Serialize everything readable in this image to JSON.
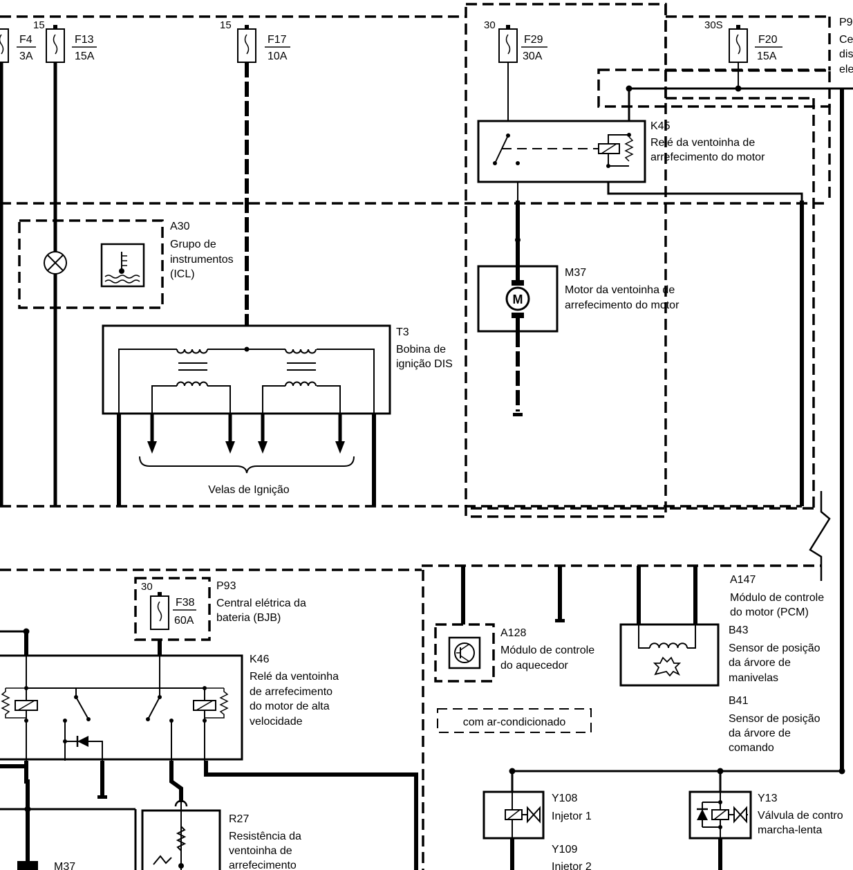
{
  "fuses": {
    "f4": {
      "id": "F4",
      "rating": "3A"
    },
    "f13": {
      "id": "F13",
      "rating": "15A",
      "terminal": "15"
    },
    "f17": {
      "id": "F17",
      "rating": "10A",
      "terminal": "15"
    },
    "f29": {
      "id": "F29",
      "rating": "30A",
      "terminal": "30"
    },
    "f20": {
      "id": "F20",
      "rating": "15A",
      "terminal": "30S"
    },
    "f38": {
      "id": "F38",
      "rating": "60A",
      "terminal": "30"
    }
  },
  "p9": {
    "code": "P9",
    "line1": "Ce",
    "line2": "dis",
    "line3": "ele"
  },
  "k45": {
    "code": "K45",
    "line1": "Relé da ventoinha de",
    "line2": "arrefecimento do motor"
  },
  "a30": {
    "code": "A30",
    "line1": "Grupo de",
    "line2": "instrumentos",
    "line3": "(ICL)"
  },
  "m37_top": {
    "code": "M37",
    "line1": "Motor da ventoinha de",
    "line2": "arrefecimento do motor",
    "symbol": "M"
  },
  "t3": {
    "code": "T3",
    "line1": "Bobina de",
    "line2": "ignição DIS"
  },
  "spark_plugs": "Velas de Ignição",
  "p93": {
    "code": "P93",
    "line1": "Central elétrica da",
    "line2": "bateria (BJB)"
  },
  "k46": {
    "code": "K46",
    "line1": "Relé da ventoinha",
    "line2": "de arrefecimento",
    "line3": "do motor de alta",
    "line4": "velocidade"
  },
  "a128": {
    "code": "A128",
    "line1": "Módulo de controle",
    "line2": "do aquecedor"
  },
  "ac_note": "com ar-condicionado",
  "a147": {
    "code": "A147",
    "line1": "Módulo de controle",
    "line2": "do motor (PCM)"
  },
  "b43": {
    "code": "B43",
    "line1": "Sensor de posição",
    "line2": "da árvore de",
    "line3": "manivelas"
  },
  "b41": {
    "code": "B41",
    "line1": "Sensor de posição",
    "line2": "da árvore de",
    "line3": "comando"
  },
  "r27": {
    "code": "R27",
    "line1": "Resistência da",
    "line2": "ventoinha de",
    "line3": "arrefecimento"
  },
  "m37_bottom": {
    "code": "M37"
  },
  "y108": {
    "code": "Y108",
    "line1": "Injetor 1"
  },
  "y109": {
    "code": "Y109",
    "line1": "Injetor 2"
  },
  "y13": {
    "code": "Y13",
    "line1": "Válvula de contro",
    "line2": "marcha-lenta"
  }
}
